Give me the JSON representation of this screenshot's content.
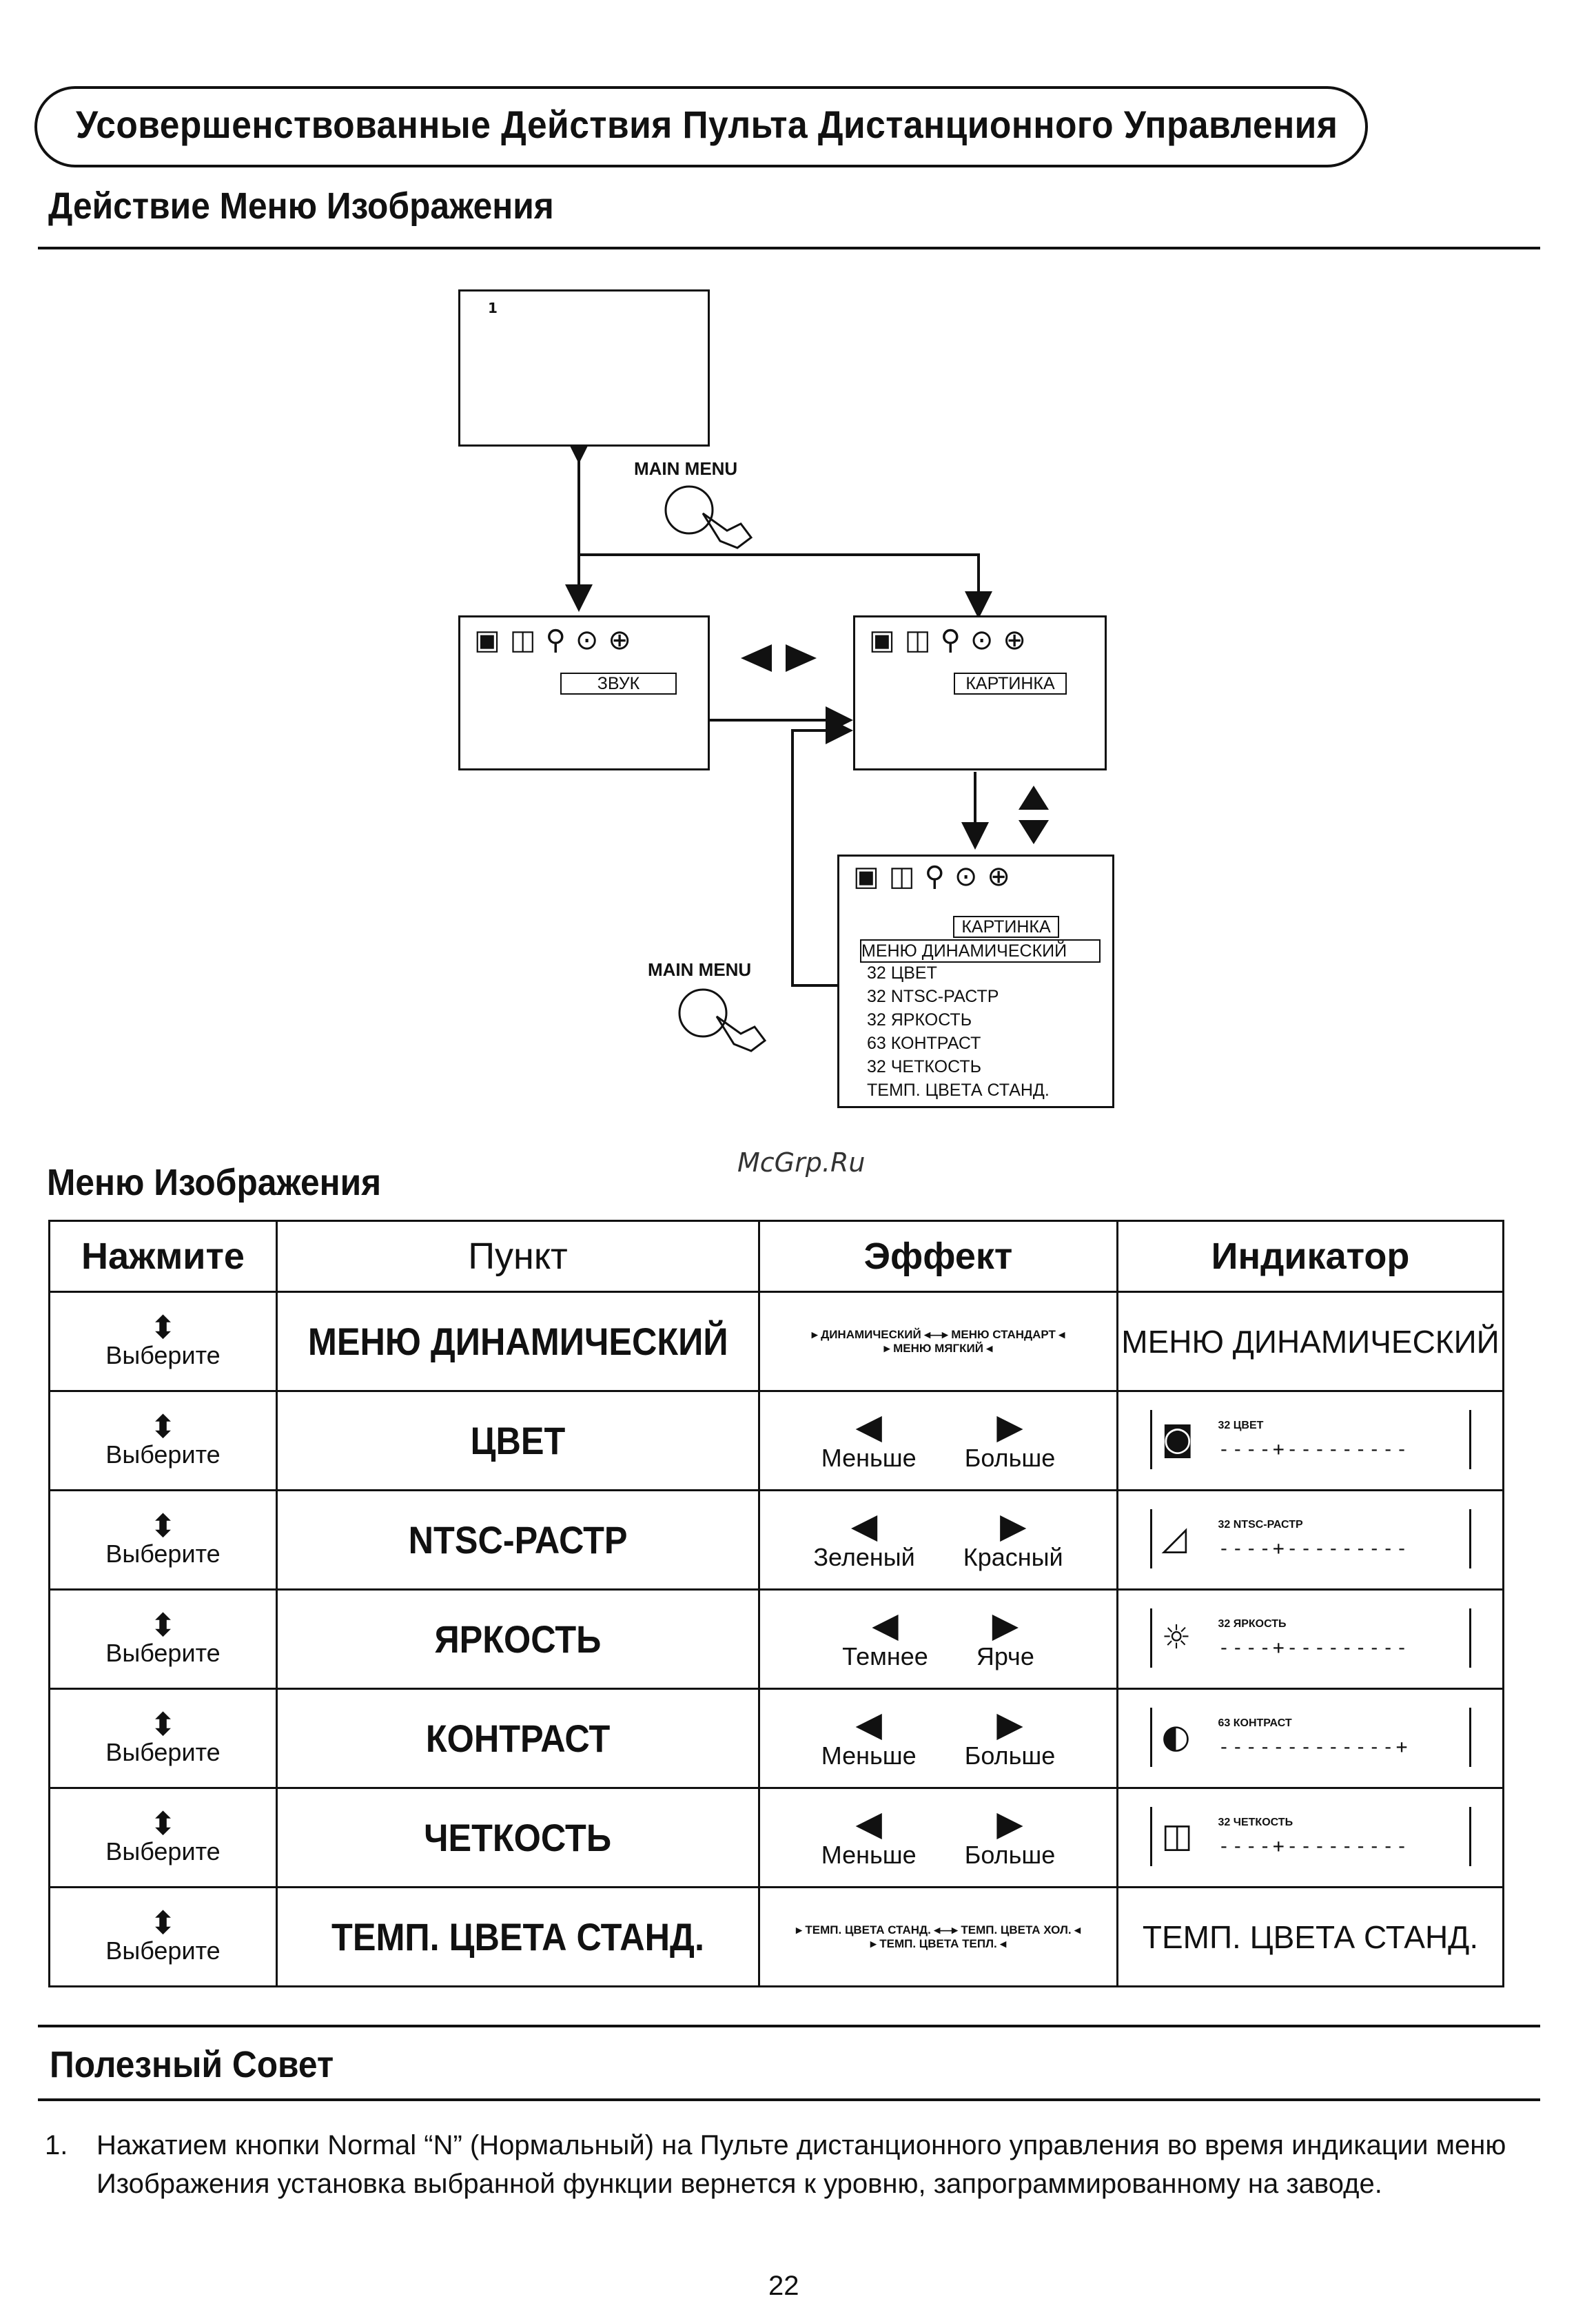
{
  "header": {
    "title": "Усовершенствованные Действия Пульта Дистанционного Управления"
  },
  "section_picture_menu_operation": {
    "title": "Действие Меню Изображения"
  },
  "diagram": {
    "screen_channel": "1",
    "main_menu_label_top": "MAIN MENU",
    "main_menu_label_bottom": "MAIN MENU",
    "sound_tab": "ЗВУК",
    "picture_tab": "КАРТИНКА",
    "picture_tab_detail": "КАРТИНКА",
    "osd_lines": [
      "МЕНЮ  ДИНАМИЧЕСКИЙ",
      "32  ЦВЕТ",
      "32  NTSC-РАСТР",
      "32  ЯРКОСТЬ",
      "63  КОНТРАСТ",
      "32  ЧЕТКОСТЬ",
      "ТЕМП. ЦВЕТА СТАНД."
    ]
  },
  "watermark": "McGrp.Ru",
  "section_picture_menu": {
    "title": "Меню Изображения"
  },
  "table": {
    "headers": [
      "Нажмите",
      "Пункт",
      "Эффект",
      "Индикатор"
    ],
    "press_label": "Выберите",
    "rows": [
      {
        "item": "МЕНЮ ДИНАМИЧЕСКИЙ",
        "cycle": [
          "ДИНАМИЧЕСКИЙ",
          "МЕНЮ СТАНДАРТ",
          "МЕНЮ МЯГКИЙ"
        ],
        "indicator_text": "МЕНЮ ДИНАМИЧЕСКИЙ"
      },
      {
        "item": "ЦВЕТ",
        "left": "Меньше",
        "right": "Больше",
        "ind_label": "32 ЦВЕТ",
        "ind_value": 32
      },
      {
        "item": "NTSC-РАСТР",
        "left": "Зеленый",
        "right": "Красный",
        "ind_label": "32 NTSC-РАСТР",
        "ind_value": 32
      },
      {
        "item": "ЯРКОСТЬ",
        "left": "Темнее",
        "right": "Ярче",
        "ind_label": "32 ЯРКОСТЬ",
        "ind_value": 32
      },
      {
        "item": "КОНТРАСТ",
        "left": "Меньше",
        "right": "Больше",
        "ind_label": "63 КОНТРАСТ",
        "ind_value": 63
      },
      {
        "item": "ЧЕТКОСТЬ",
        "left": "Меньше",
        "right": "Больше",
        "ind_label": "32 ЧЕТКОСТЬ",
        "ind_value": 32
      },
      {
        "item": "ТЕМП. ЦВЕТА СТАНД.",
        "cycle": [
          "ТЕМП. ЦВЕТА СТАНД.",
          "ТЕМП. ЦВЕТА ХОЛ.",
          "ТЕМП. ЦВЕТА ТЕПЛ."
        ],
        "indicator_text": "ТЕМП. ЦВЕТА СТАНД."
      }
    ]
  },
  "section_tip": {
    "title": "Полезный Совет"
  },
  "tip": {
    "number": "1.",
    "text": "Нажатием кнопки Normal “N” (Нормальный) на Пульте дистанционного управления во время индикации меню Изображения установка выбранной функции вернется к уровню, запрограммированному на заводе."
  },
  "page_number": "22"
}
